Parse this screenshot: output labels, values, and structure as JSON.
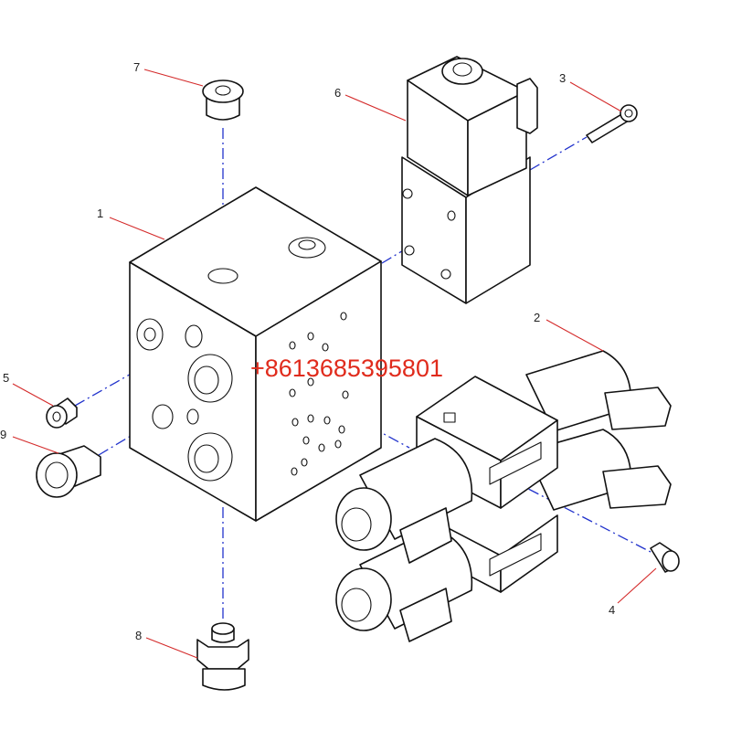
{
  "watermark": "+8613685395801",
  "callouts": {
    "c1": "1",
    "c2": "2",
    "c3": "3",
    "c4": "4",
    "c5": "5",
    "c6": "6",
    "c7": "7",
    "c8": "8",
    "c9": "9"
  },
  "colors": {
    "leader_line": "#d42a2a",
    "center_line": "#2233cc",
    "watermark": "#e02b1c"
  }
}
